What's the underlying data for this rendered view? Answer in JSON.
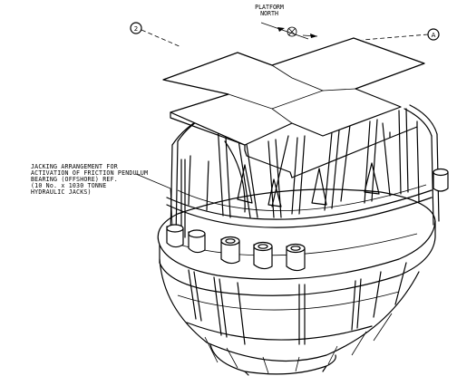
{
  "north": {
    "line1": "PLATFORM",
    "line2": "NORTH"
  },
  "bubbles": {
    "left": "2",
    "right": "A"
  },
  "callout": {
    "lines": [
      "JACKING ARRANGEMENT FOR",
      "ACTIVATION OF FRICTION PENDULUM",
      "BEARING (OFFSHORE) REF.",
      "(10 No. x 1030 TONNE",
      "HYDRAULIC JACKS)"
    ]
  },
  "icons": {
    "north_arrow": "north-arrow-icon"
  }
}
